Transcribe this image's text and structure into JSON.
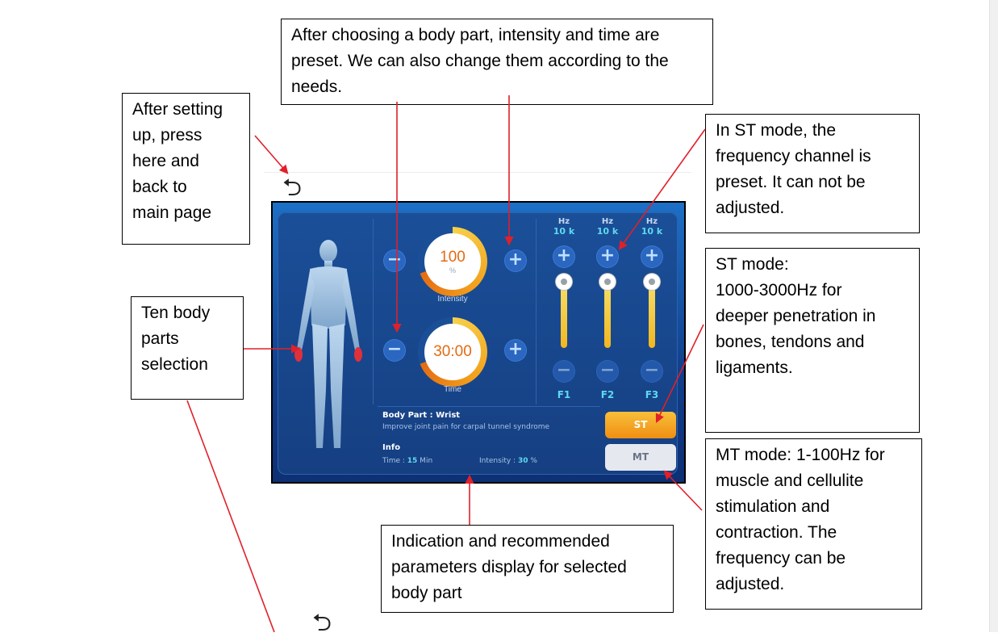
{
  "callouts": {
    "presets": "After choosing a body part, intensity and time are\npreset. We can also change them according to the\nneeds.",
    "back": "After setting\nup, press\nhere and\nback to\nmain page",
    "st_channel": "In ST mode, the\nfrequency channel is\npreset. It can not be\nadjusted.",
    "st_mode": "ST mode:\n1000-3000Hz for\ndeeper penetration in\nbones, tendons and\nligaments.",
    "body_parts": "Ten body\nparts\nselection",
    "mt_mode": "MT mode: 1-100Hz for\nmuscle and cellulite\nstimulation and\ncontraction. The\nfrequency can be\nadjusted.",
    "indication": "Indication and recommended\nparameters display for selected\nbody part"
  },
  "icons": {
    "back_glyph": "⮌"
  },
  "screen": {
    "intensity": {
      "value": "100",
      "unit": "%",
      "label": "Intensity"
    },
    "time": {
      "value": "30:00",
      "label": "Time"
    },
    "minus": "−",
    "plus": "+",
    "channels": [
      {
        "unit": "Hz",
        "value": "10 k",
        "label": "F1"
      },
      {
        "unit": "Hz",
        "value": "10 k",
        "label": "F2"
      },
      {
        "unit": "Hz",
        "value": "10 k",
        "label": "F3"
      }
    ],
    "body_part": "Body Part : Wrist",
    "description": "Improve joint pain for carpal tunnel syndrome",
    "info_title": "Info",
    "time_prefix": "Time : ",
    "time_value": "15",
    "time_unit": " Min",
    "intensity_prefix": "Intensity : ",
    "intensity_value": "30",
    "intensity_unit": " %",
    "st_label": "ST",
    "mt_label": "MT"
  },
  "colors": {
    "accent_orange": "#ef8e12",
    "screen_blue": "#1a4f98",
    "cyan_text": "#5fd8f0",
    "arrow_red": "#e0202a"
  }
}
